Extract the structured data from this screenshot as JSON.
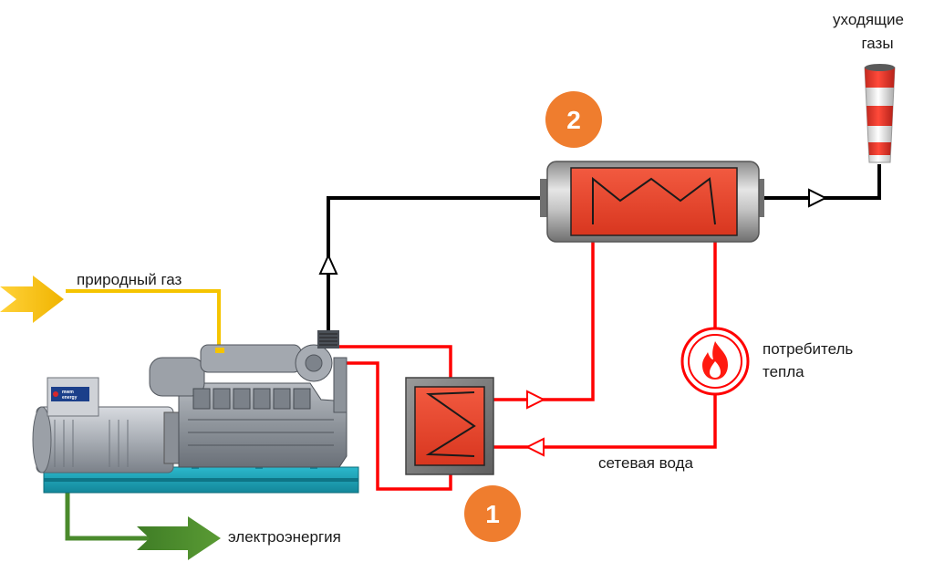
{
  "labels": {
    "exhaust_gases_line1": "уходящие",
    "exhaust_gases_line2": "газы",
    "natural_gas": "природный газ",
    "heat_consumer_line1": "потребитель",
    "heat_consumer_line2": "тепла",
    "network_water": "сетевая вода",
    "electricity": "электроэнергия"
  },
  "badges": {
    "exchanger_1": "1",
    "exchanger_2": "2"
  },
  "generator_brand": {
    "line1": "mwm",
    "line2": "energy"
  },
  "colors": {
    "water_pipe": "#ff0000",
    "exhaust_pipe": "#000000",
    "gas_pipe": "#f5c400",
    "electric_arrow": "#4a8a2c",
    "gas_arrow": "#f5c400",
    "badge": "#ef7d2e",
    "exchanger_fill": "#e8412c",
    "skid": "#1aa3b8"
  }
}
